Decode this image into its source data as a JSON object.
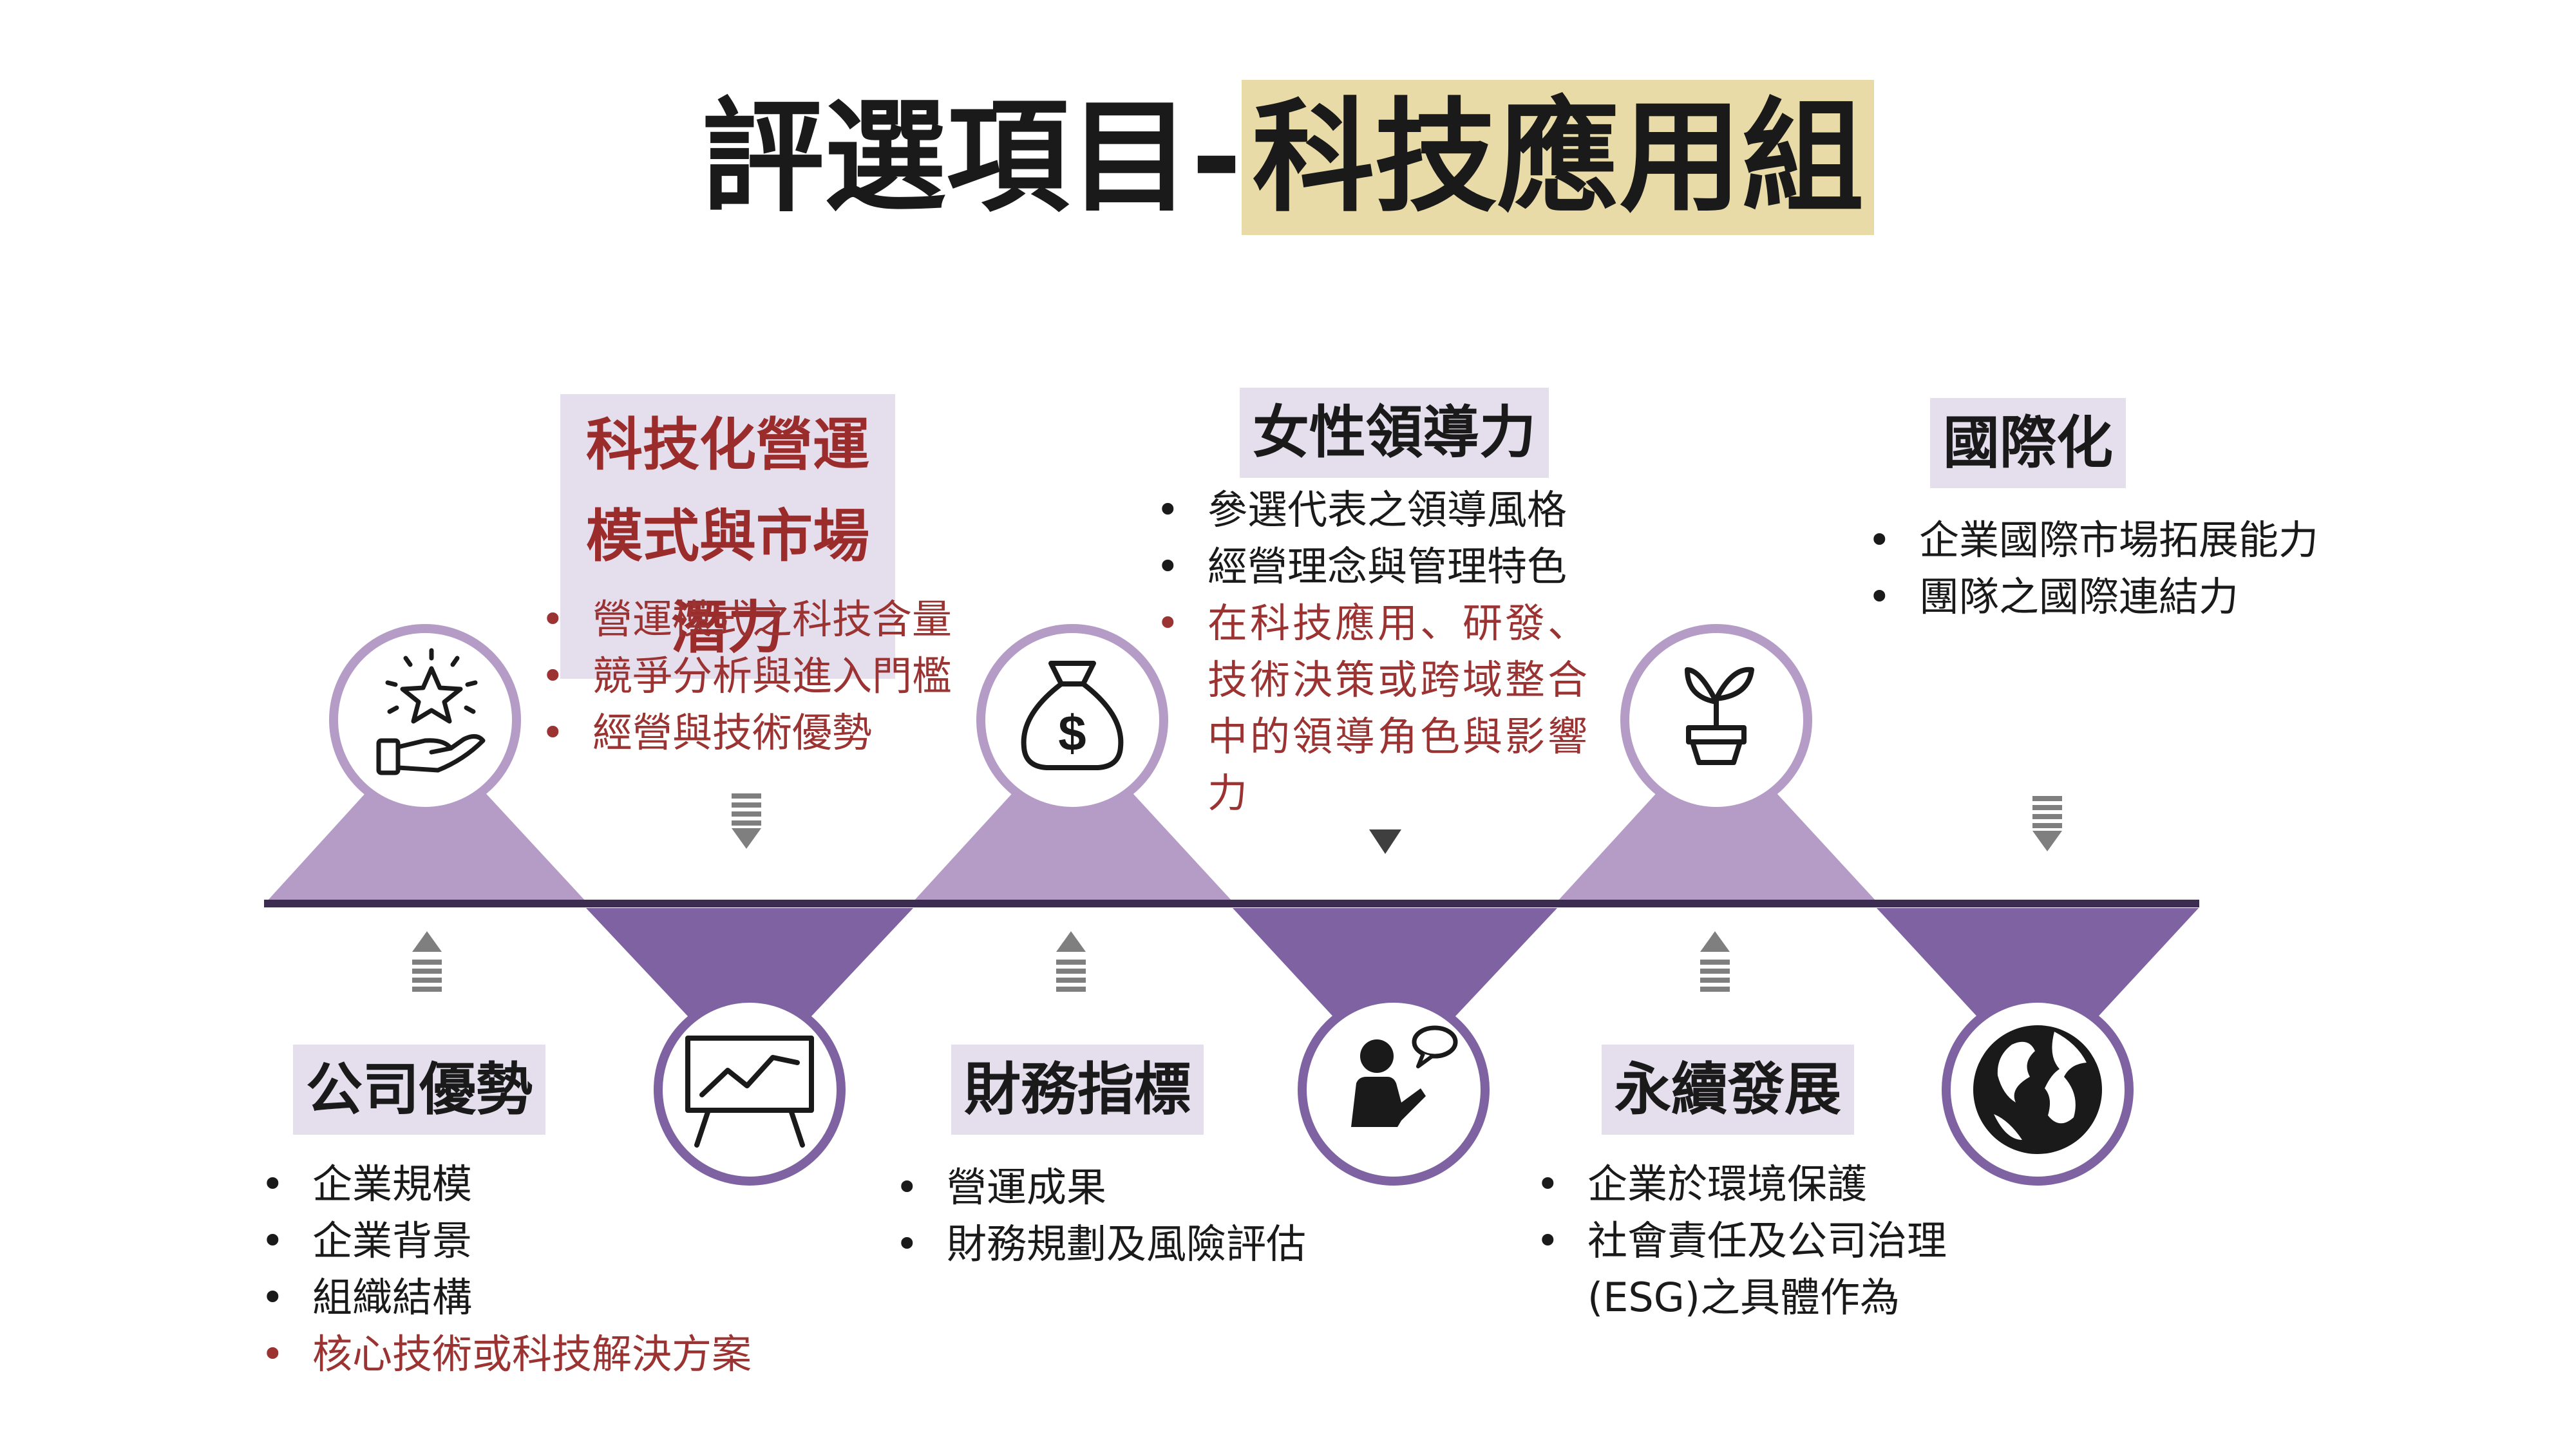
{
  "title": {
    "prefix": "評選項目-",
    "highlight": "科技應用組",
    "highlight_color": "#e8dba7"
  },
  "colors": {
    "light_purple": "#b49cc6",
    "dark_purple": "#7e62a1",
    "timeline": "#3d2c52",
    "accent_red": "#9b2c2c"
  },
  "stages": [
    {
      "heading": "公司優勢",
      "icon": "star-hand-icon",
      "items": [
        {
          "text": "企業規模"
        },
        {
          "text": "企業背景"
        },
        {
          "text": "組織結構"
        },
        {
          "text": "核心技術或科技解決方案"
        }
      ]
    },
    {
      "heading": "科技化營運模式與市場潛力",
      "icon": "chart-board-icon",
      "items": [
        {
          "text": "營運模式之科技含量"
        },
        {
          "text": "競爭分析與進入門檻"
        },
        {
          "text": "經營與技術優勢"
        }
      ]
    },
    {
      "heading": "財務指標",
      "icon": "money-bag-icon",
      "items": [
        {
          "text": "營運成果"
        },
        {
          "text": "財務規劃及風險評估"
        }
      ]
    },
    {
      "heading": "女性領導力",
      "icon": "speaker-icon",
      "items": [
        {
          "text": "參選代表之領導風格"
        },
        {
          "text": "經營理念與管理特色"
        },
        {
          "text": "在科技應用、研發、技術決策或跨域整合中的領導角色與影響力"
        }
      ]
    },
    {
      "heading": "永續發展",
      "icon": "plant-pot-icon",
      "items": [
        {
          "text": "企業於環境保護"
        },
        {
          "text": "社會責任及公司治理(ESG)之具體作為"
        }
      ]
    },
    {
      "heading": "國際化",
      "icon": "globe-icon",
      "items": [
        {
          "text": "企業國際市場拓展能力"
        },
        {
          "text": "團隊之國際連結力"
        }
      ]
    }
  ]
}
